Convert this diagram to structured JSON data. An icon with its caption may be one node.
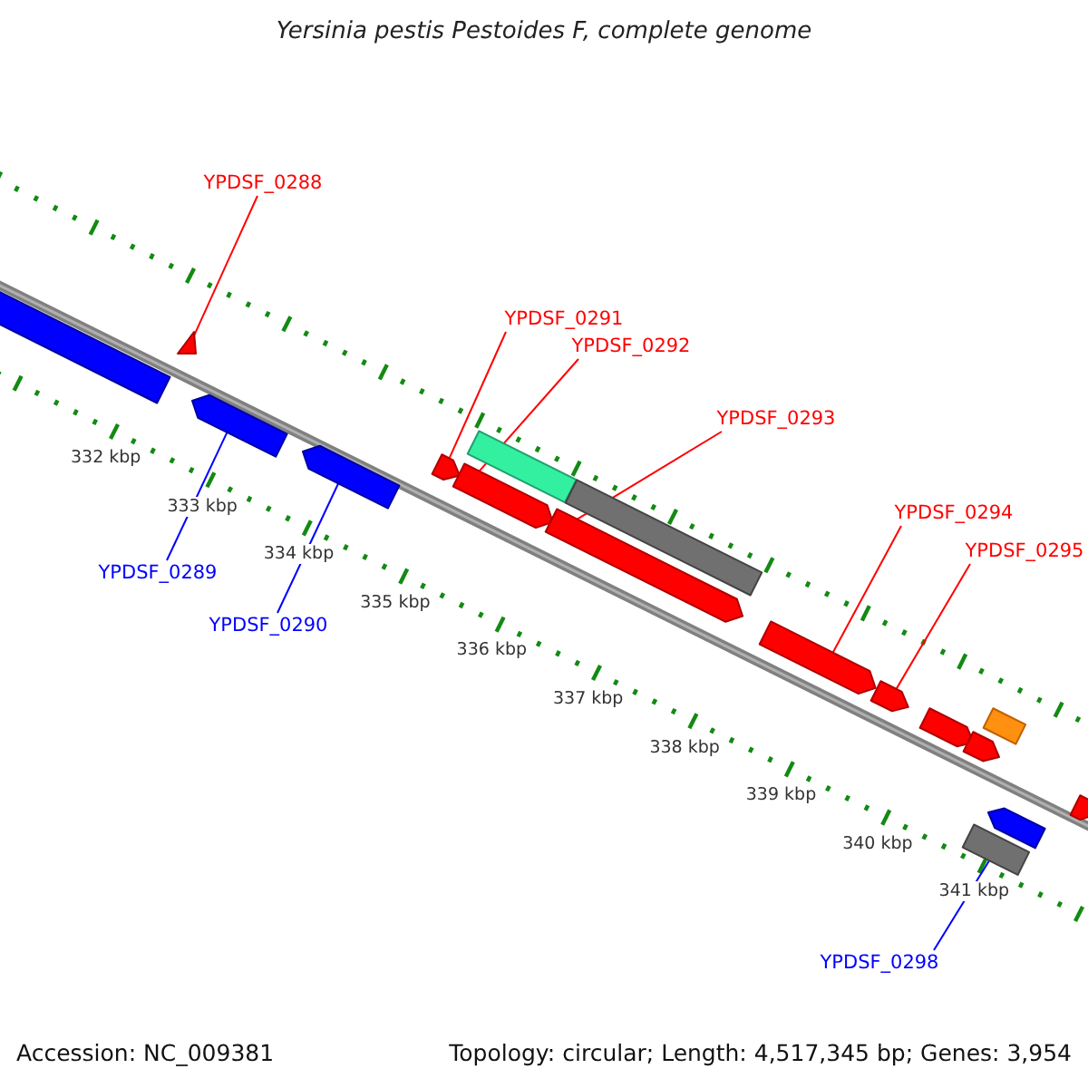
{
  "diagram": {
    "title": "Yersinia pestis Pestoides F, complete genome",
    "nodes": [
      {
        "text": [
          "YPDSF_0288"
        ]
      },
      {
        "text": [
          "YPDSF_0291"
        ]
      },
      {
        "text": [
          "YPDSF_0292"
        ]
      },
      {
        "text": [
          "YPDSF_0293"
        ]
      },
      {
        "text": [
          "YPDSF_0294"
        ]
      },
      {
        "text": [
          "YPDSF_0295"
        ]
      },
      {
        "text": [
          "YPDSF_0289"
        ]
      },
      {
        "text": [
          "YPDSF_0290"
        ]
      },
      {
        "text": [
          "YPDSF_0298"
        ]
      },
      {
        "text": [],
        "shape": "bar"
      },
      {
        "text": [],
        "shape": "triangle"
      },
      {
        "text": [],
        "shape": "arrow"
      },
      {
        "text": [],
        "shape": "arrow"
      },
      {
        "text": [],
        "shape": "arrow"
      },
      {
        "text": [],
        "shape": "arrow"
      },
      {
        "text": [],
        "shape": "bar"
      },
      {
        "text": [],
        "shape": "arrow"
      },
      {
        "text": [],
        "shape": "bar"
      },
      {
        "text": [],
        "shape": "arrow"
      },
      {
        "text": [],
        "shape": "arrow"
      },
      {
        "text": [],
        "shape": "arrow"
      },
      {
        "text": [],
        "shape": "arrow"
      },
      {
        "text": [],
        "shape": "bar"
      },
      {
        "text": [],
        "shape": "arrow"
      },
      {
        "text": [],
        "shape": "bar"
      },
      {
        "text": [],
        "shape": "arrow"
      }
    ],
    "edges": [
      {
        "from": 0,
        "to": 10,
        "arrow": "none"
      },
      {
        "from": 1,
        "to": 13,
        "arrow": "none"
      },
      {
        "from": 2,
        "to": 14,
        "arrow": "none"
      },
      {
        "from": 3,
        "to": 16,
        "arrow": "none"
      },
      {
        "from": 4,
        "to": 18,
        "arrow": "none"
      },
      {
        "from": 5,
        "to": 19,
        "arrow": "none"
      },
      {
        "from": 6,
        "to": 11,
        "arrow": "none",
        "color": "#0000ff"
      },
      {
        "from": 7,
        "to": 12,
        "arrow": "none",
        "color": "#0000ff"
      },
      {
        "from": 8,
        "to": 24,
        "arrow": "none",
        "color": "#0000ff"
      }
    ],
    "labels": [
      "332 kbp",
      "333 kbp",
      "334 kbp",
      "335 kbp",
      "336 kbp",
      "337 kbp",
      "338 kbp",
      "339 kbp",
      "340 kbp",
      "341 kbp",
      "Accession: NC_009381",
      "Topology: circular; Length: 4,517,345 bp; Genes: 3,954"
    ]
  }
}
